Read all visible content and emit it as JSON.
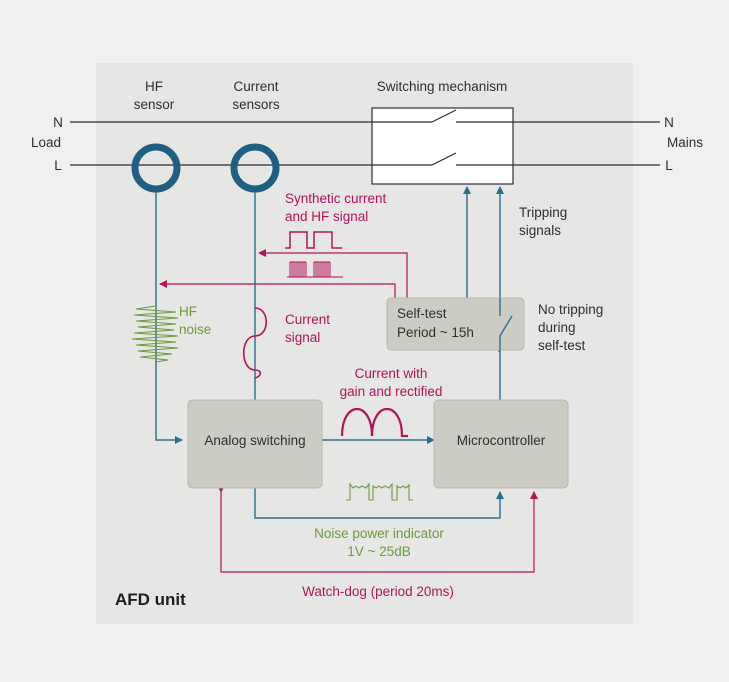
{
  "colors": {
    "page_bg": "#f0f0f0",
    "unit_bg": "#e6e6e4",
    "block_fill": "#cdccc4",
    "line": "#2e2e2e",
    "blue": "#2b6f8e",
    "sensor_ring": "#1f5f82",
    "magenta": "#b3145a",
    "green": "#6e9a3e"
  },
  "labels": {
    "hf_sensor_1": "HF",
    "hf_sensor_2": "sensor",
    "current_sensors_1": "Current",
    "current_sensors_2": "sensors",
    "switching_mechanism": "Switching mechanism",
    "n_left": "N",
    "load": "Load",
    "l_left": "L",
    "n_right": "N",
    "mains": "Mains",
    "l_right": "L",
    "synthetic_1": "Synthetic current",
    "synthetic_2": "and HF signal",
    "tripping_1": "Tripping",
    "tripping_2": "signals",
    "selftest_1": "Self-test",
    "selftest_2": "Period ~ 15h",
    "no_trip_1": "No tripping",
    "no_trip_2": "during",
    "no_trip_3": "self-test",
    "hf_noise_1": "HF",
    "hf_noise_2": "noise",
    "current_signal_1": "Current",
    "current_signal_2": "signal",
    "gain_1": "Current with",
    "gain_2": "gain and rectified",
    "analog_switching": "Analog switching",
    "microcontroller": "Microcontroller",
    "noise_power_1": "Noise power indicator",
    "noise_power_2": "1V ~ 25dB",
    "afd_unit": "AFD unit",
    "watchdog": "Watch-dog (period 20ms)"
  }
}
